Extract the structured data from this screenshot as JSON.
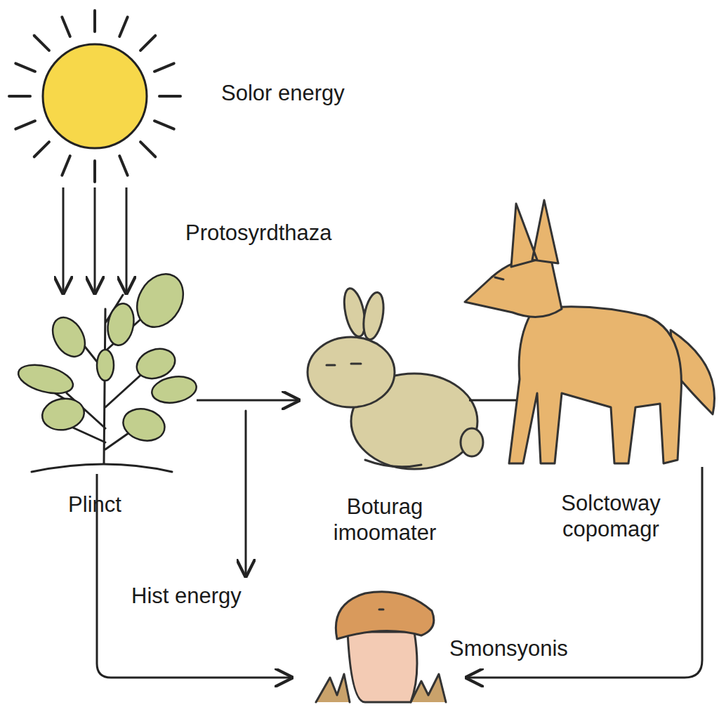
{
  "diagram": {
    "nodes": [
      {
        "text": [
          "Solor energy"
        ]
      },
      {
        "text": [
          "Plinct"
        ]
      },
      {
        "text": [
          "Boturag imoomater"
        ]
      },
      {
        "text": [
          "Solctoway copomagr"
        ]
      },
      {
        "text": [
          "Smonsyonis"
        ]
      }
    ],
    "edges": [
      {
        "from": 0,
        "to": 1,
        "arrow": "to"
      },
      {
        "from": 1,
        "to": 2,
        "arrow": "to"
      },
      {
        "from": 2,
        "to": 3,
        "arrow": "none"
      },
      {
        "from": 1,
        "to": 4,
        "arrow": "to"
      },
      {
        "from": 3,
        "to": 4,
        "arrow": "to"
      }
    ],
    "labels": [
      "Protosyrdthaza",
      "Hist energy"
    ]
  }
}
